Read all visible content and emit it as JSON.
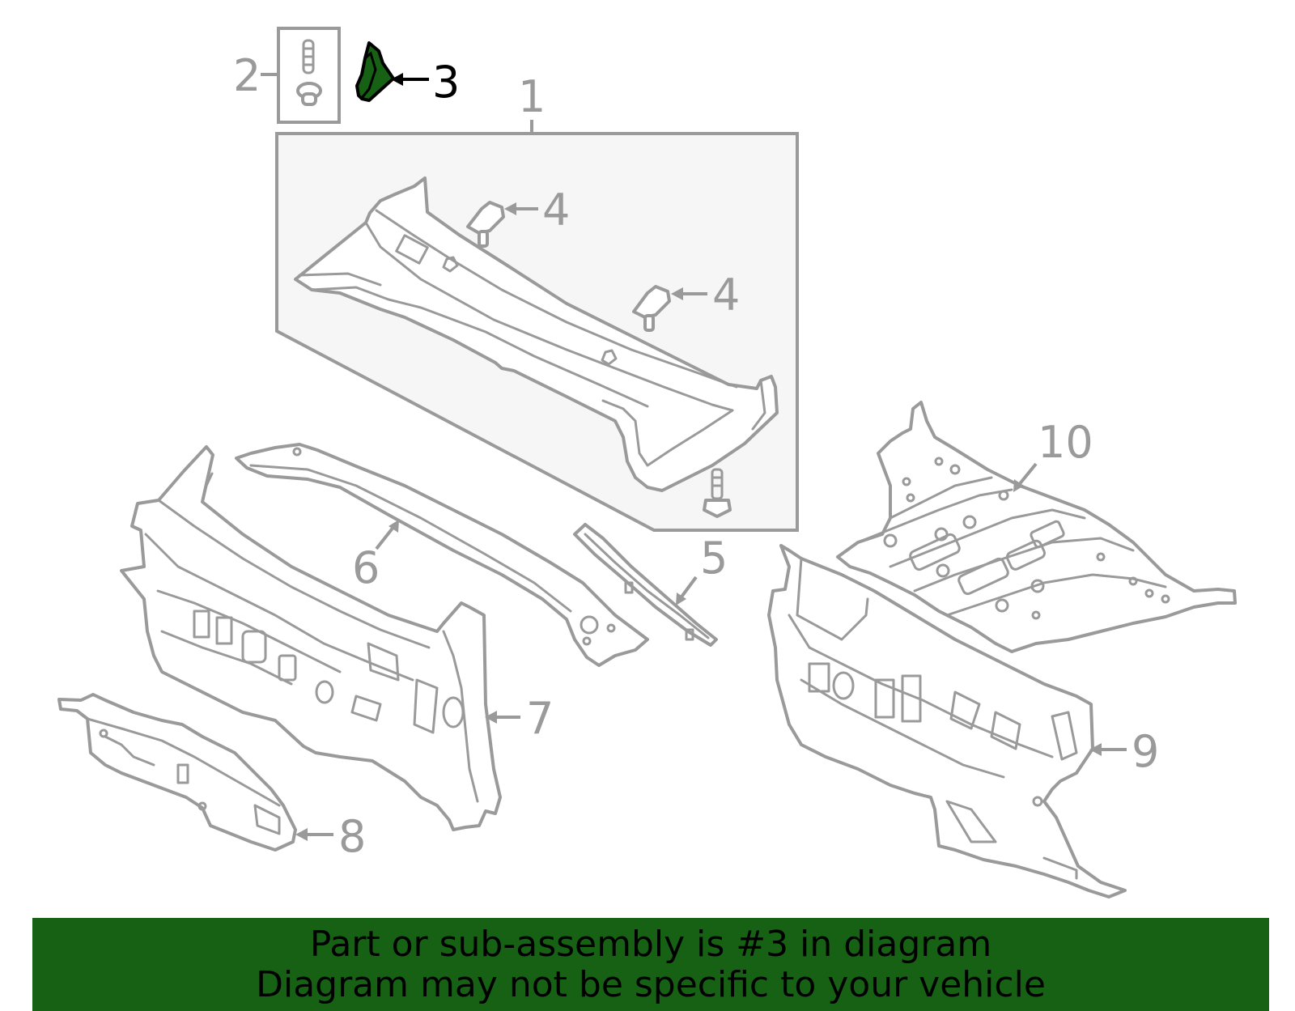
{
  "diagram": {
    "callouts": {
      "c1": "1",
      "c2": "2",
      "c3": "3",
      "c4a": "4",
      "c4b": "4",
      "c5": "5",
      "c6": "6",
      "c7": "7",
      "c8": "8",
      "c9": "9",
      "c10": "10"
    },
    "highlighted_part": "3",
    "colors": {
      "highlight": "#176114",
      "line": "#9a9a9a",
      "active_label": "#000000",
      "panel": "#f6f6f6"
    }
  },
  "banner": {
    "line1": "Part or sub-assembly is #3 in diagram",
    "line2": "Diagram may not be specific to your vehicle",
    "background": "#176114"
  }
}
